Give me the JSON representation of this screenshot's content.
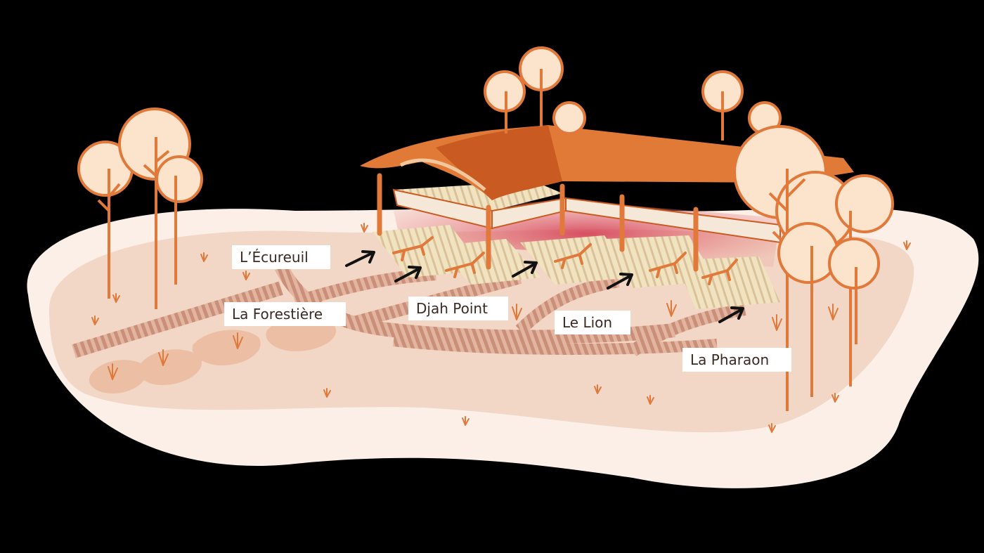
{
  "labels": {
    "ecureuil": "L’Écureuil",
    "forestiere": "La Forestière",
    "djah_point": "Djah Point",
    "lion": "Le Lion",
    "pharaon": "La Pharaon"
  },
  "colors": {
    "background": "#000000",
    "ground_outer": "#fbefe8",
    "ground_inner": "#f2d6c6",
    "path": "#d8a48e",
    "roof": "#e07a36",
    "roof_dark": "#c95a22",
    "deck": "#eedbb2",
    "glow": "#d84a5e",
    "tree_fill": "#fbe3cc",
    "tree_stroke": "#e0793a",
    "label_bg": "#ffffff",
    "arrow": "#111111"
  }
}
